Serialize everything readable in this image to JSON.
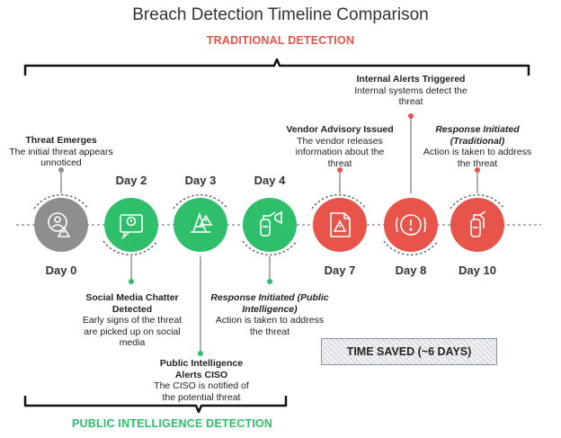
{
  "title": "Breach Detection Timeline Comparison",
  "traditional_label": "TRADITIONAL DETECTION",
  "public_label": "PUBLIC INTELLIGENCE DETECTION",
  "time_saved": "TIME SAVED (~6 DAYS)",
  "colors": {
    "gray": "#8e8e8e",
    "green": "#2fbf6b",
    "red": "#e8534a",
    "line": "#9a9a9a"
  },
  "steps": [
    {
      "day": "Day 0",
      "icon": "user-alert-icon",
      "color": "gray"
    },
    {
      "day": "Day 2",
      "icon": "chat-alert-icon",
      "color": "green"
    },
    {
      "day": "Day 3",
      "icon": "signal-alert-icon",
      "color": "green"
    },
    {
      "day": "Day 4",
      "icon": "fire-extinguisher-icon",
      "color": "green"
    },
    {
      "day": "Day 7",
      "icon": "document-alert-icon",
      "color": "red"
    },
    {
      "day": "Day 8",
      "icon": "alarm-icon",
      "color": "red"
    },
    {
      "day": "Day 10",
      "icon": "fire-extinguisher-icon",
      "color": "red"
    }
  ],
  "annotations": {
    "threat_emerges": {
      "head": "Threat Emerges",
      "body": "The initial threat appears unnoticed"
    },
    "social_media": {
      "head": "Social Media Chatter Detected",
      "body": "Early signs of the threat are picked up on social media"
    },
    "ciso_alert": {
      "head": "Public Intelligence Alerts CISO",
      "body": "The CISO is notified of the potential threat"
    },
    "response_public": {
      "head": "Response Initiated (Public Intelligence)",
      "body": "Action is taken to address the threat"
    },
    "vendor_advisory": {
      "head": "Vendor Advisory Issued",
      "body": "The vendor releases information about the threat"
    },
    "internal_alerts": {
      "head": "Internal Alerts Triggered",
      "body": "Internal systems detect the threat"
    },
    "response_traditional": {
      "head": "Response Initiated (Traditional)",
      "body": "Action is taken to address the threat"
    }
  }
}
